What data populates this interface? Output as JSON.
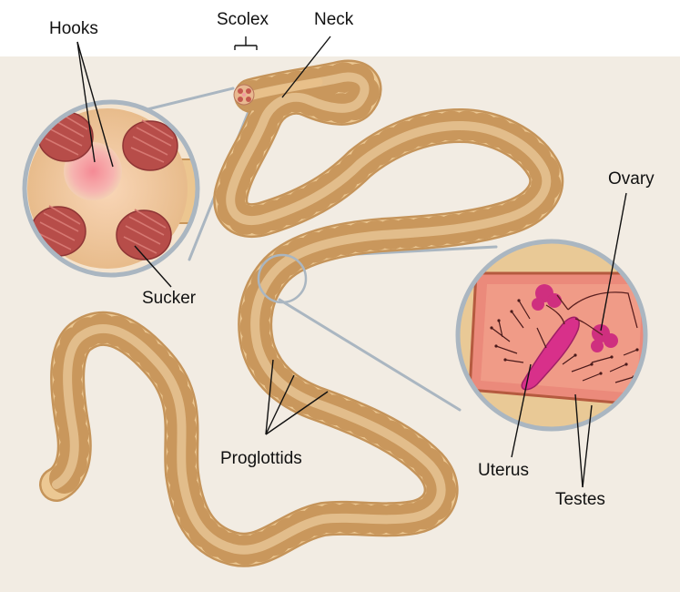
{
  "labels": {
    "hooks": "Hooks",
    "scolex": "Scolex",
    "neck": "Neck",
    "ovary": "Ovary",
    "sucker": "Sucker",
    "proglottids": "Proglottids",
    "uterus": "Uterus",
    "testes": "Testes"
  },
  "colors": {
    "background_panel": "#f1ebe2",
    "body_fill": "#ebc58f",
    "body_edge": "#c99a5e",
    "zoom_ring": "#aab6c1",
    "sucker": "#b8504c",
    "hook_center": "#ef9aa0",
    "uterus": "#d8308a",
    "proglottid_interior": "#e88078"
  }
}
